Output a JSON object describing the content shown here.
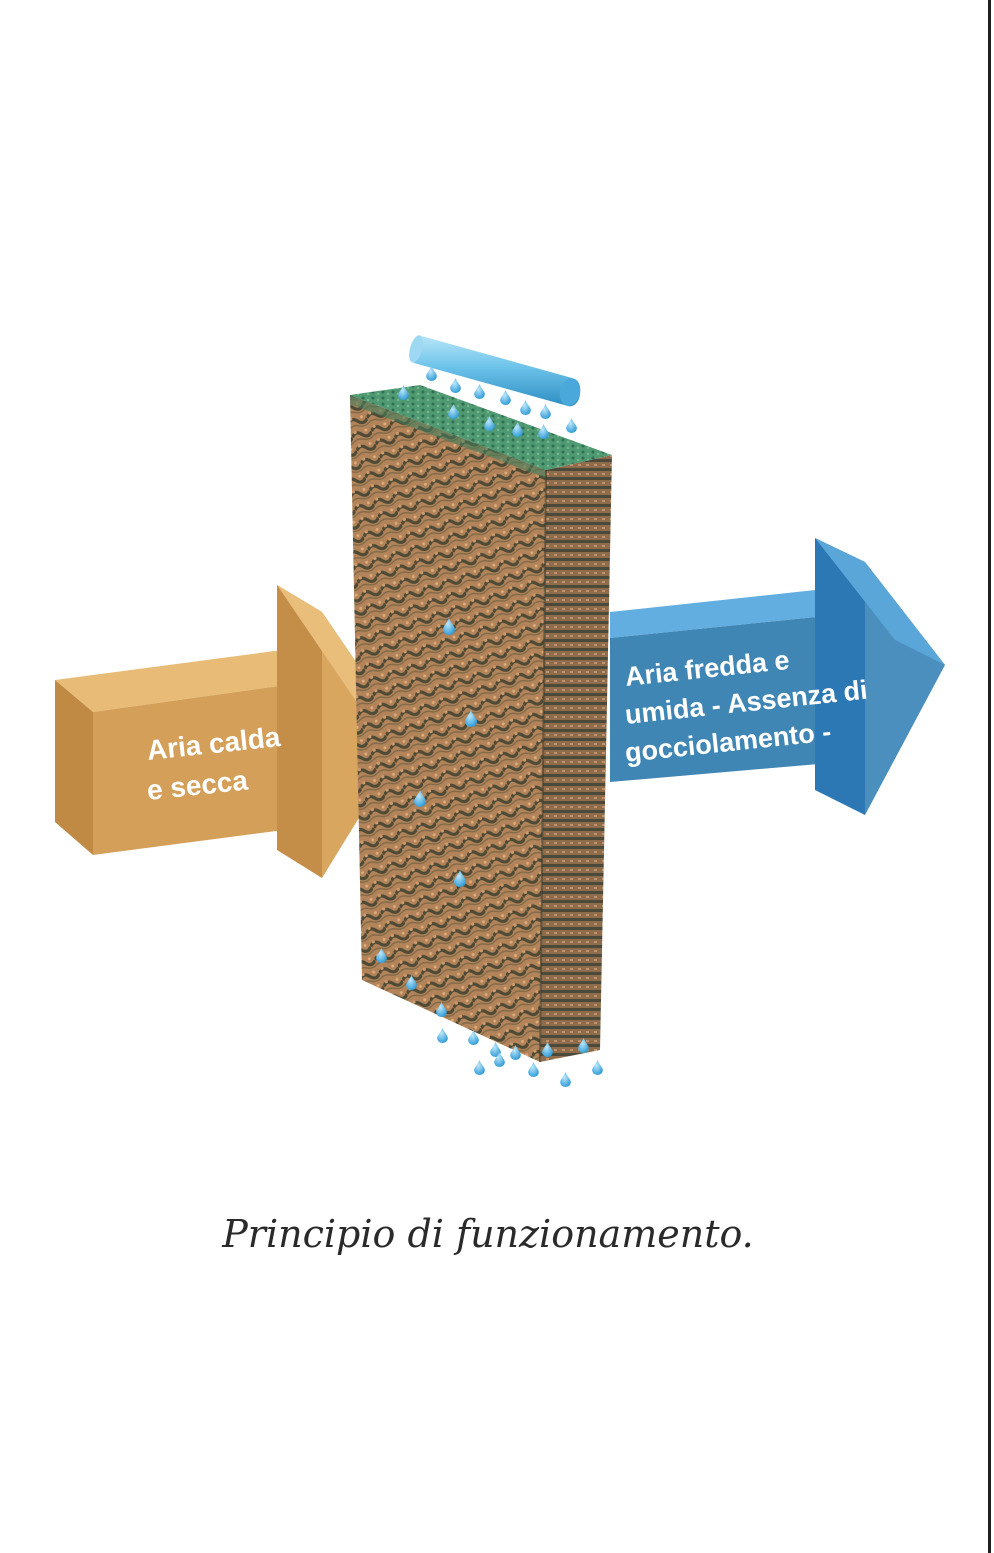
{
  "diagram": {
    "inlet_arrow": {
      "label_lines": [
        "Aria calda",
        "e secca"
      ],
      "color": "#d7a35c"
    },
    "outlet_arrow": {
      "label_lines": [
        "Aria fredda e",
        "umida - Assenza di",
        "gocciolamento -"
      ],
      "color": "#3f86b5"
    },
    "pad_color": "#a87a4e",
    "pad_top_color": "#4f9a72",
    "water_color": "#39a4dc",
    "pipe_color": "#6cc3ea"
  },
  "caption": "Principio di funzionamento."
}
